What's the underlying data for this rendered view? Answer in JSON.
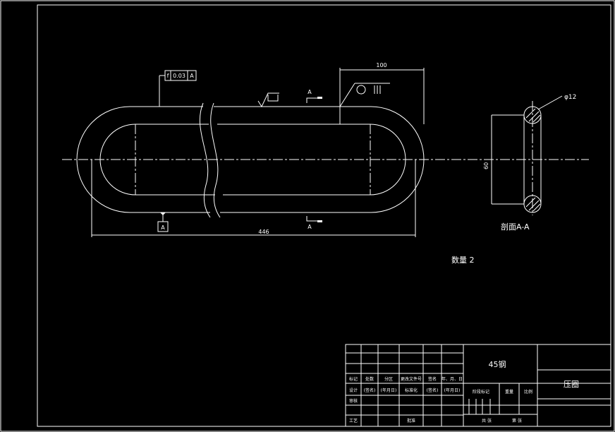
{
  "annotations": {
    "dim_top": "100",
    "dim_bottom": "446",
    "dim_vertical": "60",
    "dim_phi": "φ12",
    "tolerance_symbol": "f",
    "tolerance_value": "0.03",
    "tolerance_datum": "A",
    "datum_label": "A",
    "section_marker_top": "A",
    "section_marker_bottom": "A",
    "section_caption": "剖面A-A",
    "quantity_label": "数量 2"
  },
  "title_block": {
    "material": "45钢",
    "part_name": "压圈",
    "row_header": [
      "标记",
      "处数",
      "分区",
      "更改文件号",
      "签名",
      "年、月、日"
    ],
    "row_design": [
      "设计",
      "(签名)",
      "(年月日)",
      "标准化",
      "(签名)",
      "(年月日)"
    ],
    "stage_mark": "阶段标记",
    "weight": "重量",
    "scale": "比例",
    "review": "审核",
    "process": "工艺",
    "approve": "批准",
    "sheet_info_1": "共  张",
    "sheet_info_2": "第  张"
  },
  "colors": {
    "background": "#000000",
    "lines": "#ffffff"
  }
}
